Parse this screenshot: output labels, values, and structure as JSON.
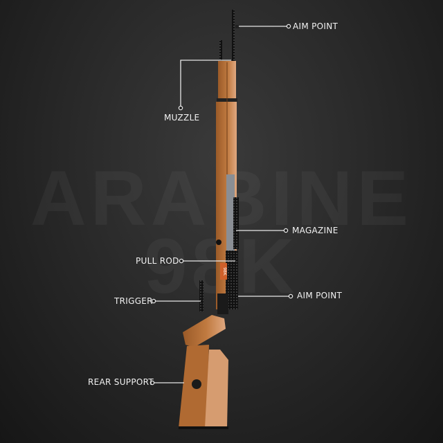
{
  "watermark": {
    "line1": "ARABINE",
    "line2": "98K"
  },
  "model_mark": "98K",
  "colors": {
    "background": "#2a2a2a",
    "wood": "#b8723a",
    "wood_light": "#d9a07a",
    "metal": "#8c9096",
    "label": "#f2f2f2"
  },
  "callouts": [
    {
      "label": "AIM POINT"
    },
    {
      "label": "MUZZLE"
    },
    {
      "label": "MAGAZINE"
    },
    {
      "label": "PULL ROD"
    },
    {
      "label": "AIM POINT"
    },
    {
      "label": "TRIGGER"
    },
    {
      "label": "REAR SUPPORT"
    }
  ]
}
